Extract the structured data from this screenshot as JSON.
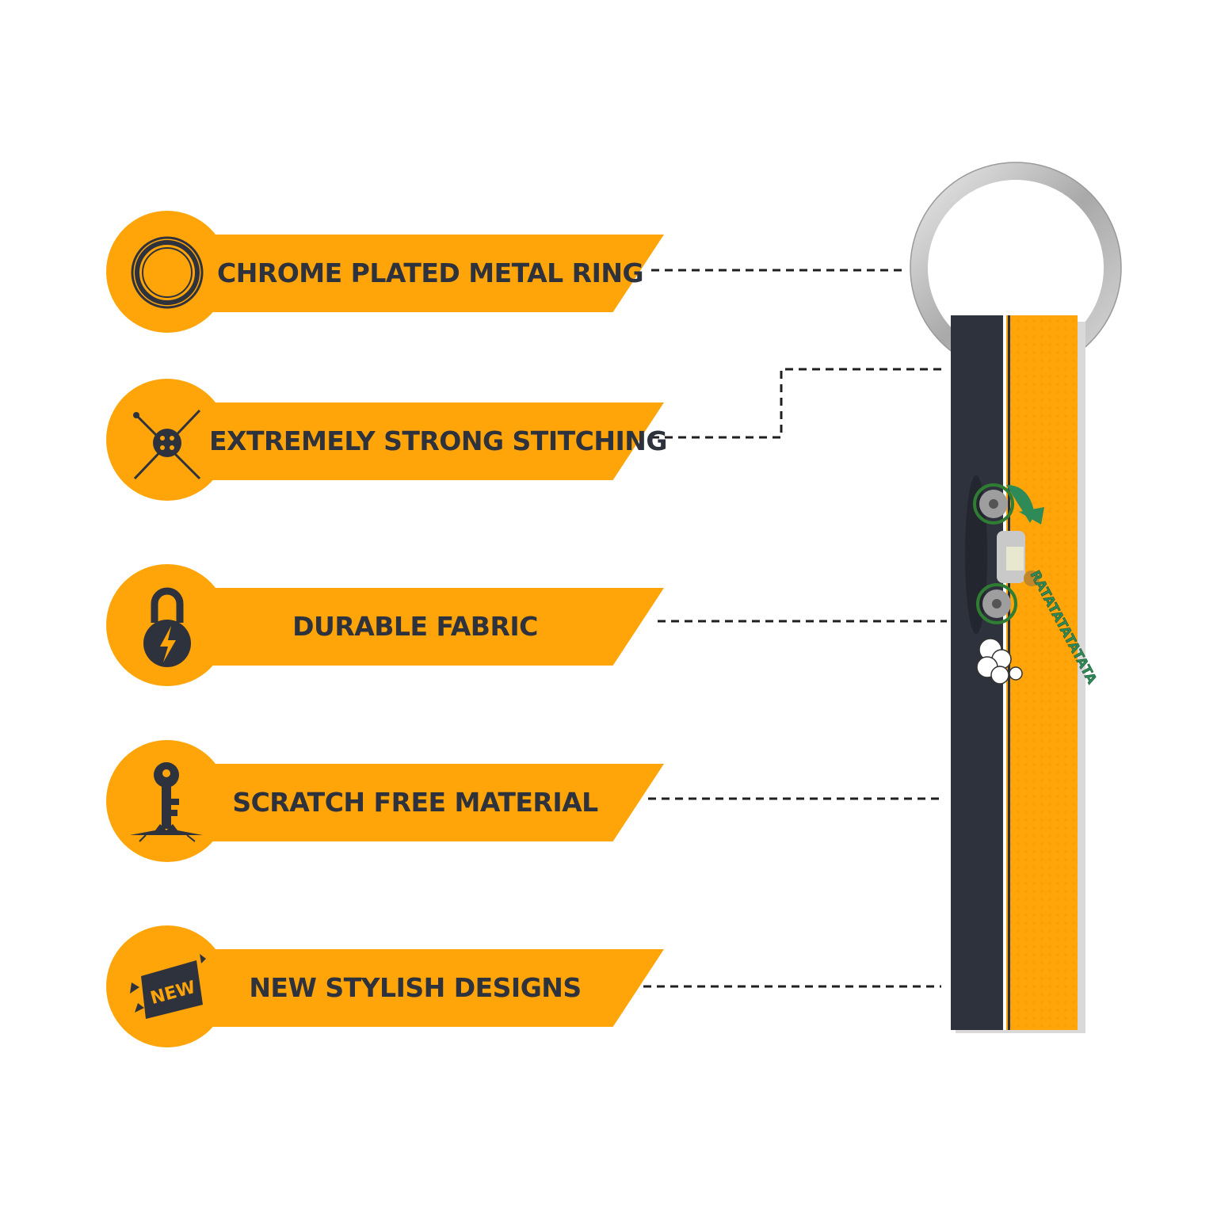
{
  "features": [
    {
      "label": "CHROME PLATED METAL RING",
      "icon": "ring-icon"
    },
    {
      "label": "EXTREMELY STRONG STITCHING",
      "icon": "needle-button-icon"
    },
    {
      "label": "DURABLE FABRIC",
      "icon": "lock-lightning-icon"
    },
    {
      "label": "SCRATCH FREE MATERIAL",
      "icon": "key-icon"
    },
    {
      "label": "NEW STYLISH DESIGNS",
      "icon": "new-badge-icon"
    }
  ],
  "icon_texts": {
    "new_badge": "NEW"
  },
  "product": {
    "brand_text": "RATATATATATATA",
    "illustration": "motorcycle-icon"
  },
  "colors": {
    "accent": "#FFA409",
    "dark": "#2E323D",
    "ring": "#BFBFBF",
    "background": "#FFFFFF"
  }
}
